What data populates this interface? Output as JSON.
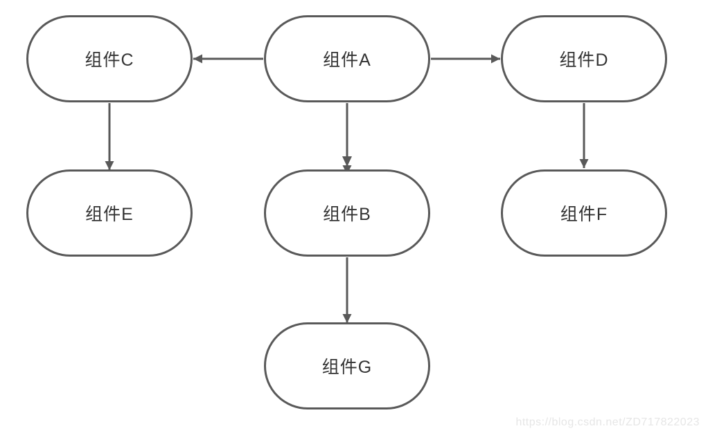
{
  "diagram": {
    "type": "flowchart",
    "nodes": [
      {
        "id": "A",
        "label": "组件A"
      },
      {
        "id": "B",
        "label": "组件B"
      },
      {
        "id": "C",
        "label": "组件C"
      },
      {
        "id": "D",
        "label": "组件D"
      },
      {
        "id": "E",
        "label": "组件E"
      },
      {
        "id": "F",
        "label": "组件F"
      },
      {
        "id": "G",
        "label": "组件G"
      }
    ],
    "edges": [
      {
        "from": "A",
        "to": "C"
      },
      {
        "from": "A",
        "to": "D"
      },
      {
        "from": "A",
        "to": "B"
      },
      {
        "from": "C",
        "to": "E"
      },
      {
        "from": "D",
        "to": "F"
      },
      {
        "from": "B",
        "to": "G"
      }
    ],
    "colors": {
      "node_border": "#595959",
      "edge_stroke": "#595959",
      "node_text": "#333333",
      "background": "#ffffff",
      "watermark_text": "#e6e6e6"
    }
  },
  "watermark": {
    "text": "https://blog.csdn.net/ZD717822023"
  }
}
